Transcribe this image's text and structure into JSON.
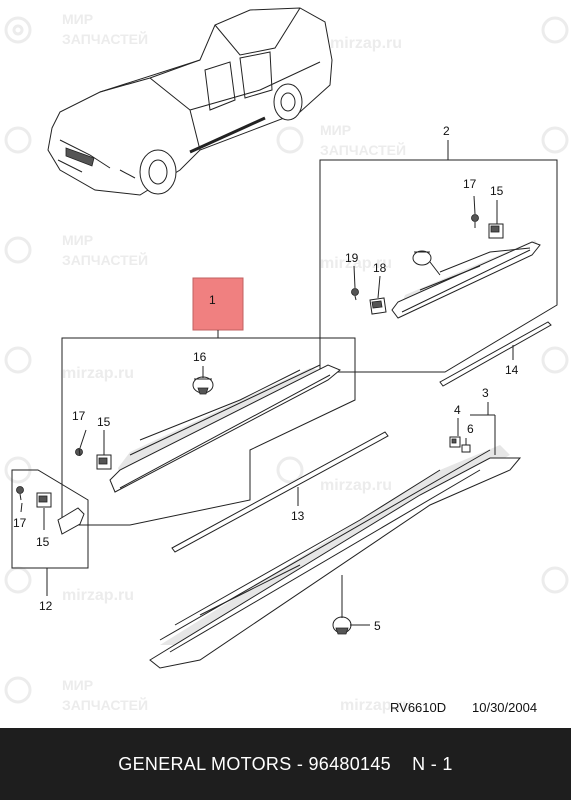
{
  "watermark": {
    "brand_line1": "МИР",
    "brand_line2": "ЗАПЧАСТЕЙ",
    "site": "mirzap.ru"
  },
  "callouts": {
    "c1": "1",
    "c2": "2",
    "c3": "3",
    "c4": "4",
    "c5": "5",
    "c6": "6",
    "c12": "12",
    "c13": "13",
    "c14": "14",
    "c15a": "15",
    "c15b": "15",
    "c15c": "15",
    "c16": "16",
    "c17a": "17",
    "c17b": "17",
    "c17c": "17",
    "c18": "18",
    "c19": "19"
  },
  "highlight_color": "#f08080",
  "diagram_code": "RV6610D",
  "diagram_date": "10/30/2004",
  "footer": {
    "maker": "GENERAL MOTORS",
    "sep": "-",
    "part_number": "96480145",
    "ref": "N - 1"
  }
}
